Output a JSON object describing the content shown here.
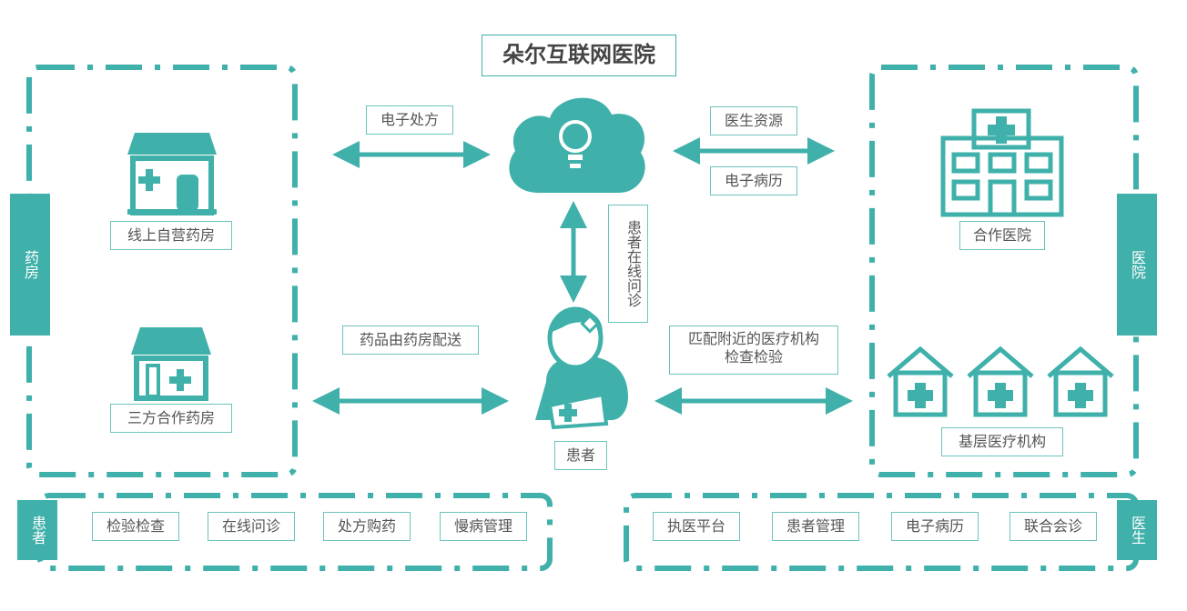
{
  "title": "朵尔互联网医院",
  "tabs": {
    "pharmacy": "药房",
    "hospital": "医院",
    "patient": "患者",
    "doctor": "医生"
  },
  "pharmacy": {
    "self": "线上自营药房",
    "partner": "三方合作药房"
  },
  "hospital": {
    "partner": "合作医院",
    "primary": "基层医疗机构"
  },
  "flows": {
    "prescription": "电子处方",
    "doctor_resources": "医生资源",
    "medical_record": "电子病历",
    "consultation": "患者在线问诊",
    "delivery": "药品由药房配送",
    "match_line1": "匹配附近的医疗机构",
    "match_line2": "检查检验"
  },
  "patient_label": "患者",
  "patient_services": [
    "检验检查",
    "在线问诊",
    "处方购药",
    "慢病管理"
  ],
  "doctor_services": [
    "执医平台",
    "患者管理",
    "电子病历",
    "联合会诊"
  ],
  "colors": {
    "accent": "#3fb0aa"
  }
}
